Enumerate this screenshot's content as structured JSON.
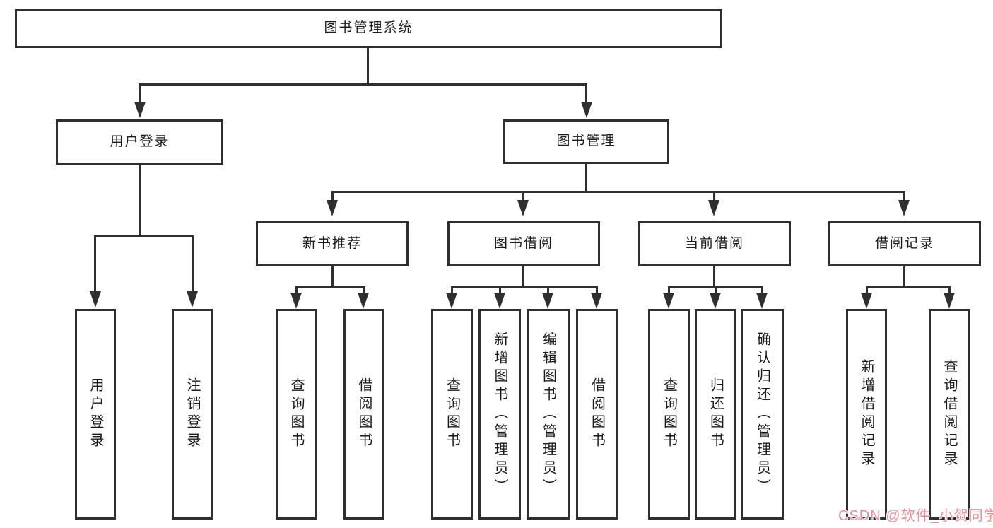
{
  "diagram": {
    "title": "图书管理系统",
    "level2": [
      {
        "label": "用户登录"
      },
      {
        "label": "图书管理"
      }
    ],
    "user_children": [
      "用户登录",
      "注销登录"
    ],
    "modules": [
      {
        "label": "新书推荐",
        "children": [
          "查询图书",
          "借阅图书"
        ]
      },
      {
        "label": "图书借阅",
        "children": [
          "查询图书",
          "新增图书（管理员）",
          "编辑图书（管理员）",
          "借阅图书"
        ]
      },
      {
        "label": "当前借阅",
        "children": [
          "查询图书",
          "归还图书",
          "确认归还（管理员）"
        ]
      },
      {
        "label": "借阅记录",
        "children": [
          "新增借阅记录",
          "查询借阅记录"
        ]
      }
    ],
    "watermark": "CSDN @软件_小贺同学"
  },
  "colors": {
    "line": "#2f2f2f",
    "text": "#1a1a1a",
    "background": "#ffffff",
    "watermark": "#ee8d96"
  }
}
